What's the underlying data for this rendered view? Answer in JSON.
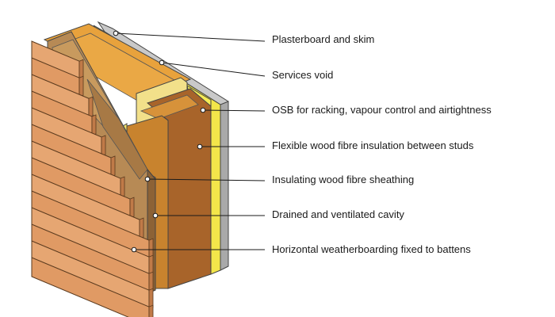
{
  "labels": [
    "Plasterboard and skim",
    "Services void",
    "OSB for racking, vapour control and airtightness",
    "Flexible wood fibre insulation between studs",
    "Insulating wood fibre sheathing",
    "Drained and ventilated cavity",
    "Horizontal weatherboarding fixed to battens"
  ],
  "colors": {
    "cladding": "#e3a06c",
    "insulation": "#e8a23c",
    "insulation_dark": "#a8642a",
    "osb": "#f3e64a",
    "plasterboard": "#c8c8c8",
    "sheathing": "#b78a55"
  }
}
